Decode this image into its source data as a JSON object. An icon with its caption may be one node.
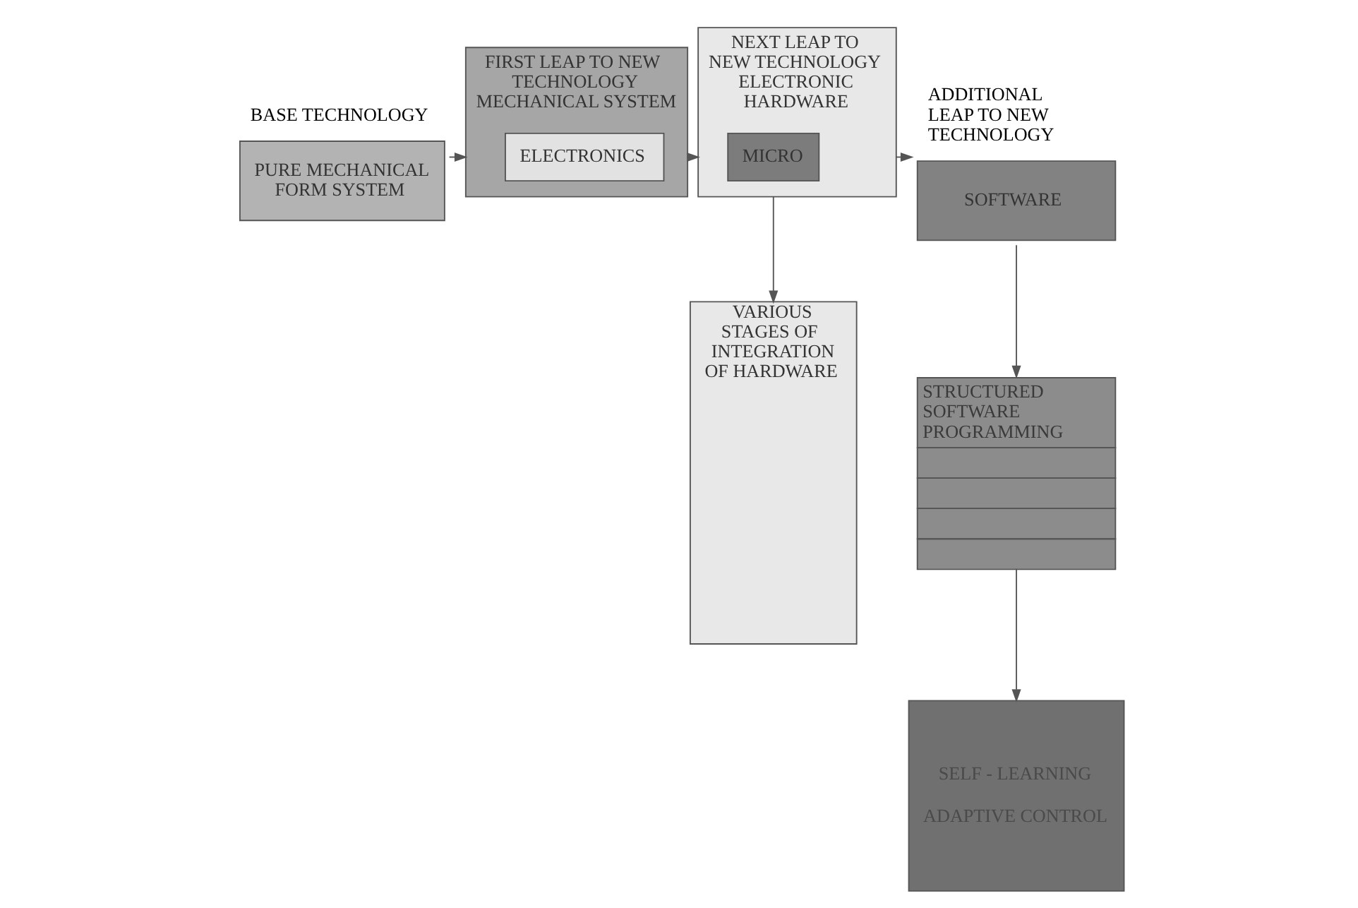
{
  "diagram": {
    "nodes": [
      {
        "text": [
          "BASE TECHNOLOGY",
          "PURE MECHANICAL FORM SYSTEM"
        ]
      },
      {
        "text": [
          "FIRST LEAP TO NEW TECHNOLOGY",
          "MECHANICAL SYSTEM"
        ]
      },
      {
        "text": [
          "ELECTRONICS"
        ],
        "in": 1
      },
      {
        "text": [
          "NEXT LEAP TO NEW TECHNOLOGY",
          "ELECTRONIC HARDWARE"
        ]
      },
      {
        "text": [
          "MICRO"
        ],
        "in": 3
      },
      {
        "text": [
          "ADDITIONAL LEAP TO NEW TECHNOLOGY",
          "SOFTWARE"
        ]
      },
      {
        "text": [
          "VARIOUS STAGES OF INTEGRATION OF HARDWARE"
        ]
      },
      {
        "text": [
          "STRUCTURED SOFTWARE PROGRAMMING"
        ]
      },
      {
        "text": [
          "SELF - LEARNING",
          "ADAPTIVE CONTROL"
        ]
      }
    ],
    "edges": [
      {
        "from": 0,
        "to": 1,
        "arrow": "to"
      },
      {
        "from": 1,
        "to": 3,
        "arrow": "to"
      },
      {
        "from": 3,
        "to": 5,
        "arrow": "to"
      },
      {
        "from": 3,
        "to": 6,
        "arrow": "to"
      },
      {
        "from": 5,
        "to": 7,
        "arrow": "to"
      },
      {
        "from": 7,
        "to": 8,
        "arrow": "to"
      }
    ]
  }
}
